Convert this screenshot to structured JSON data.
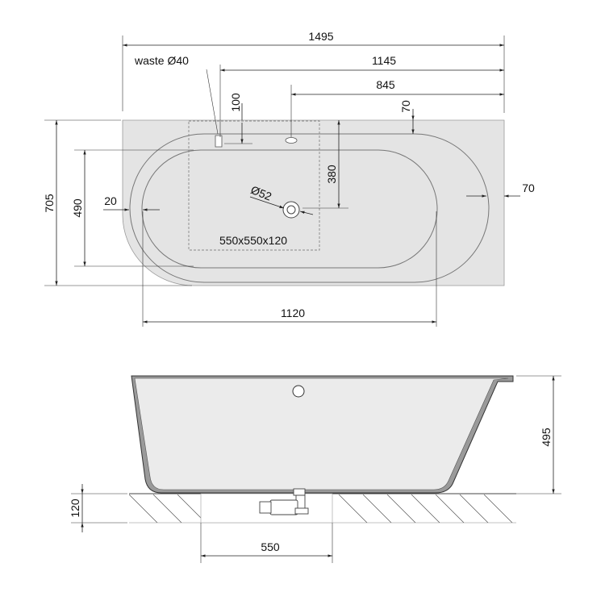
{
  "drawing": {
    "top_view": {
      "overall_length": "1495",
      "waste_to_end": "1145",
      "overflow_to_end": "845",
      "waste_label": "waste Ø40",
      "waste_offset": "100",
      "rim_top": "70",
      "overall_width": "705",
      "inner_width": "490",
      "rim_left": "20",
      "rim_right": "70",
      "drain_height": "380",
      "drain_diameter": "Ø52",
      "access_area": "550x550x120",
      "inner_length": "1120"
    },
    "side_view": {
      "height": "495",
      "base_height": "120",
      "base_width": "550"
    }
  },
  "colors": {
    "body_fill": "#e4e4e4",
    "tub_fill": "#ebebeb",
    "wall_fill": "#9a9a9a",
    "line": "#222222"
  }
}
